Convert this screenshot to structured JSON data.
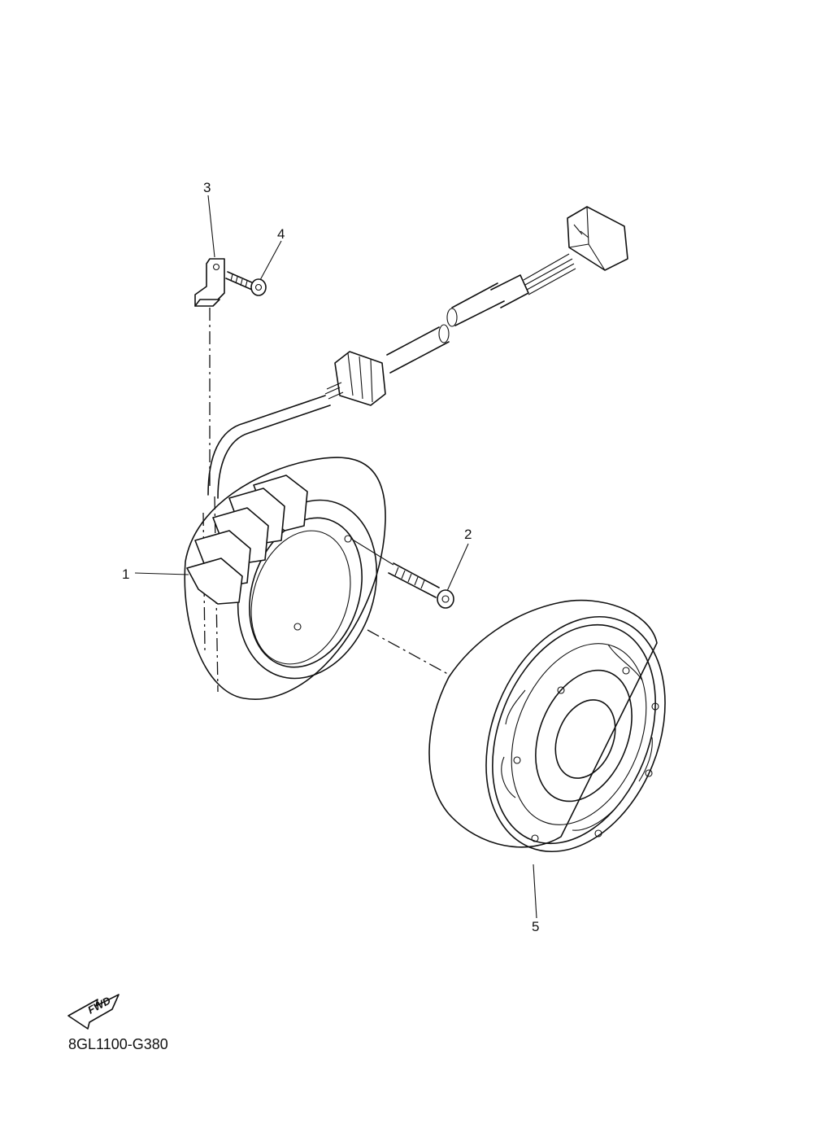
{
  "diagram": {
    "callouts": [
      {
        "id": "1",
        "label": "1"
      },
      {
        "id": "2",
        "label": "2"
      },
      {
        "id": "3",
        "label": "3"
      },
      {
        "id": "4",
        "label": "4"
      },
      {
        "id": "5",
        "label": "5"
      }
    ],
    "direction_badge": "FWD",
    "drawing_code": "8GL1100-G380"
  }
}
